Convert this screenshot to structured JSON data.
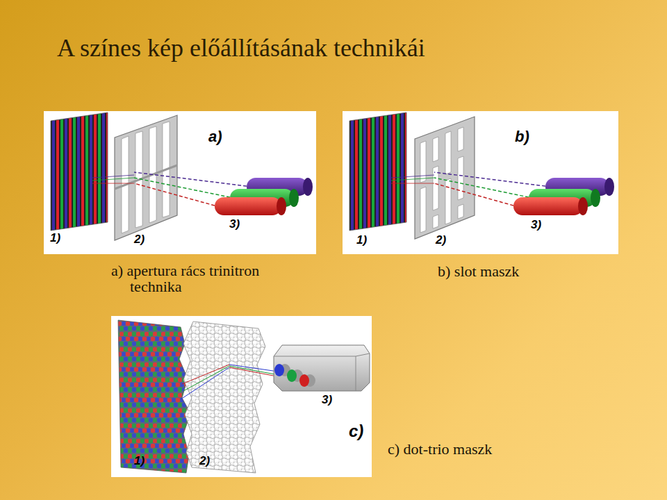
{
  "diagram": {
    "title": "A színes kép előállításának technikái",
    "labels": [
      "a)",
      "1)",
      "2)",
      "3)",
      "b)",
      "1)",
      "2)",
      "3)",
      "a) apertura rács trinitron technika",
      "b) slot maszk",
      "3)",
      "c)",
      "1)",
      "2)",
      "c) dot-trio maszk"
    ]
  }
}
